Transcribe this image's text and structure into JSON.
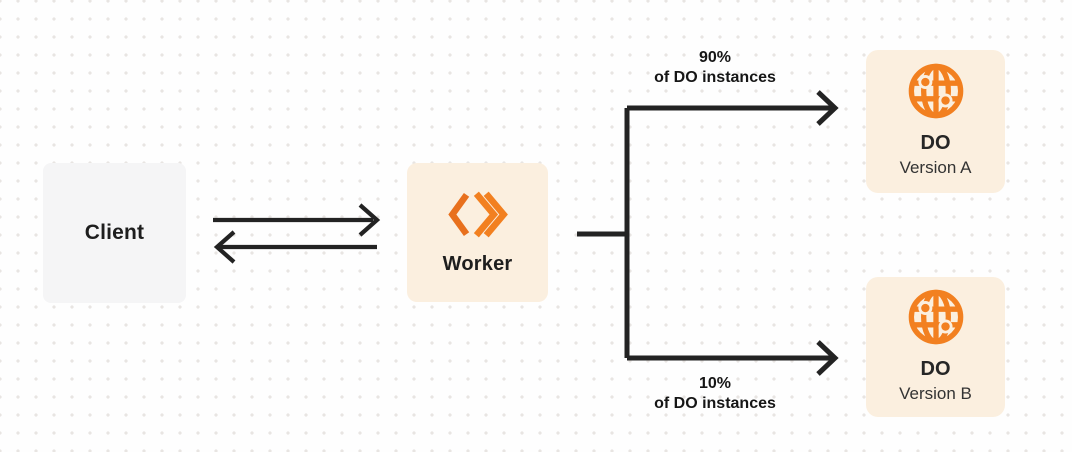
{
  "colors": {
    "accent": "#F28020",
    "accent-dark": "#E8701D",
    "line": "#232323",
    "cream": "#FBEFDF",
    "gray-box": "#F5F5F6",
    "dot": "#E8E5E2",
    "bg": "#FEFEFE",
    "text": "#1E1E1E"
  },
  "diagram": {
    "client": {
      "label": "Client"
    },
    "worker": {
      "label": "Worker",
      "icon": "workers-logo-icon"
    },
    "branches": [
      {
        "percent": "90%",
        "caption": "of DO instances"
      },
      {
        "percent": "10%",
        "caption": "of DO instances"
      }
    ],
    "targets": [
      {
        "title": "DO",
        "subtitle": "Version A",
        "icon": "globe-icon"
      },
      {
        "title": "DO",
        "subtitle": "Version B",
        "icon": "globe-icon"
      }
    ]
  }
}
